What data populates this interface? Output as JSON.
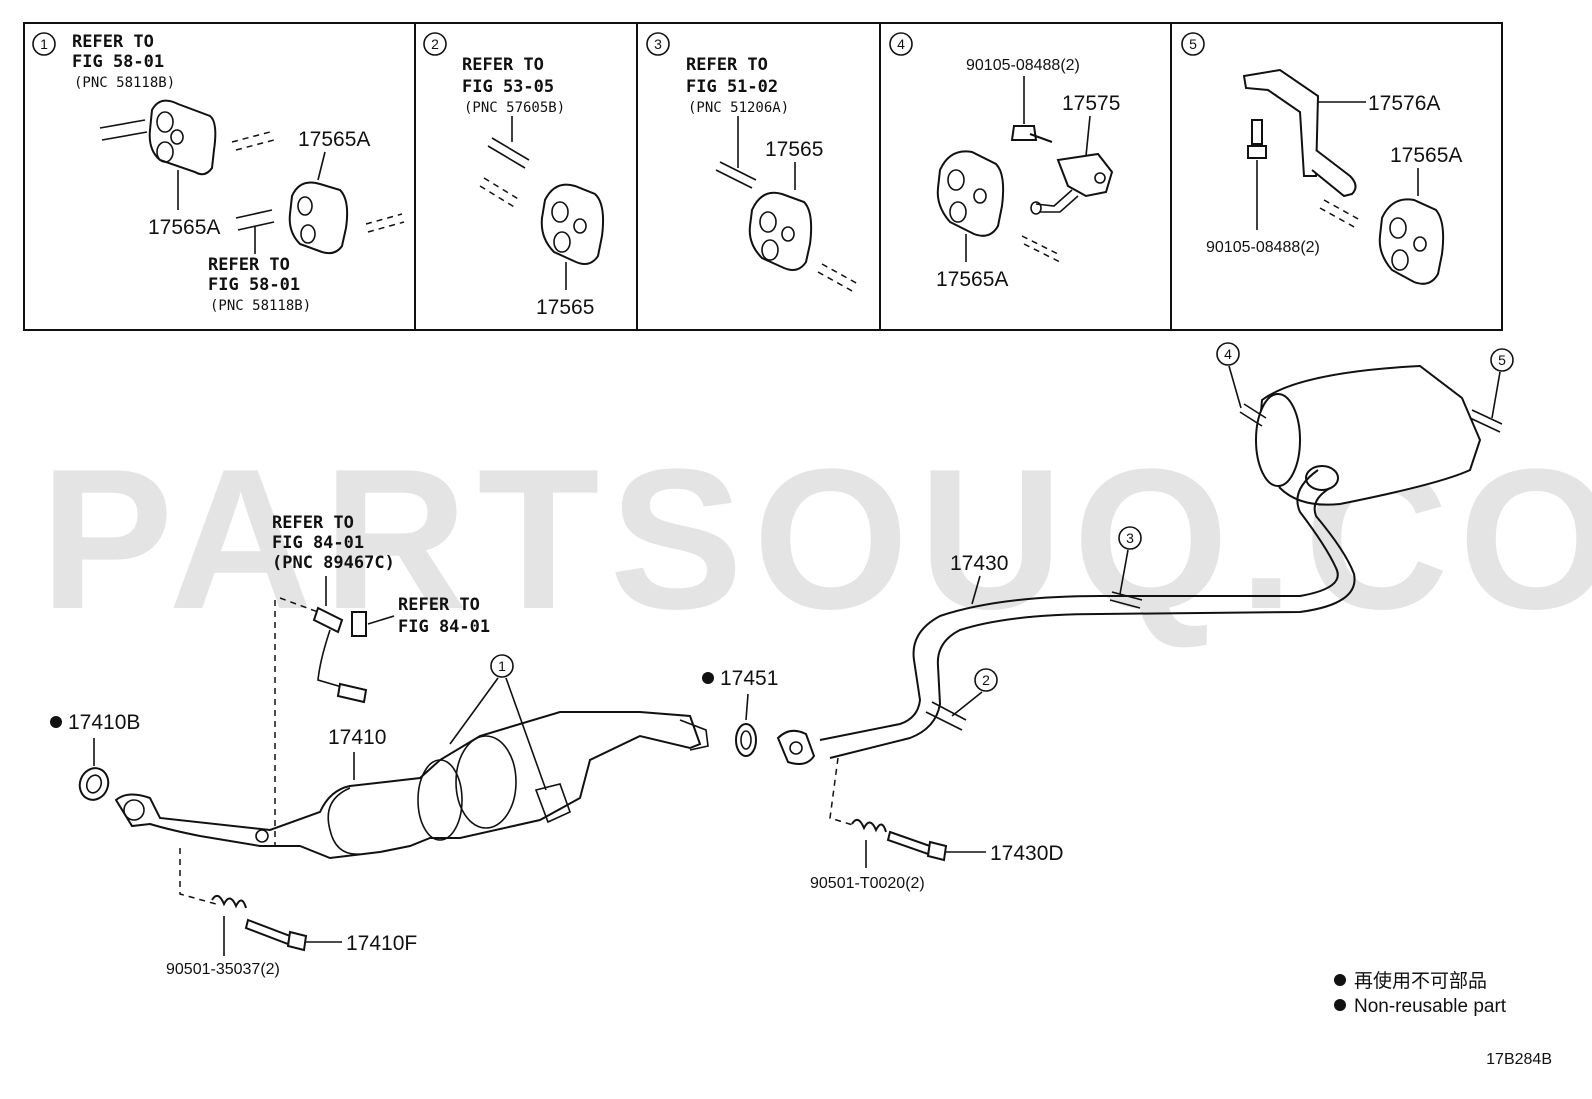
{
  "watermark": "PARTSOUQ.COM",
  "diagram_id": "17B284B",
  "legend": {
    "jp": "再使用不可部品",
    "en": "Non-reusable part"
  },
  "panels": [
    {
      "num": "1",
      "ref1": [
        "REFER TO",
        "FIG 58-01",
        "(PNC 58118B)"
      ],
      "ref2": [
        "REFER TO",
        "FIG 58-01",
        "(PNC 58118B)"
      ],
      "labels": [
        "17565A",
        "17565A"
      ]
    },
    {
      "num": "2",
      "ref1": [
        "REFER TO",
        "FIG 53-05",
        "(PNC 57605B)"
      ],
      "labels": [
        "17565"
      ]
    },
    {
      "num": "3",
      "ref1": [
        "REFER TO",
        "FIG 51-02",
        "(PNC 51206A)"
      ],
      "labels": [
        "17565"
      ]
    },
    {
      "num": "4",
      "labels": [
        "90105-08488(2)",
        "17575",
        "17565A"
      ]
    },
    {
      "num": "5",
      "labels": [
        "17576A",
        "17565A",
        "90105-08488(2)"
      ]
    }
  ],
  "main": {
    "sensor_ref": [
      "REFER TO",
      "FIG 84-01",
      "(PNC 89467C)"
    ],
    "plug_ref": [
      "REFER TO",
      "FIG 84-01"
    ],
    "parts": {
      "p17410B": "17410B",
      "p17410": "17410",
      "p17410F": "17410F",
      "p90501a": "90501-35037(2)",
      "p17451": "17451",
      "p17430": "17430",
      "p17430D": "17430D",
      "p90501b": "90501-T0020(2)"
    },
    "callouts": [
      "1",
      "2",
      "3",
      "4",
      "5"
    ]
  }
}
